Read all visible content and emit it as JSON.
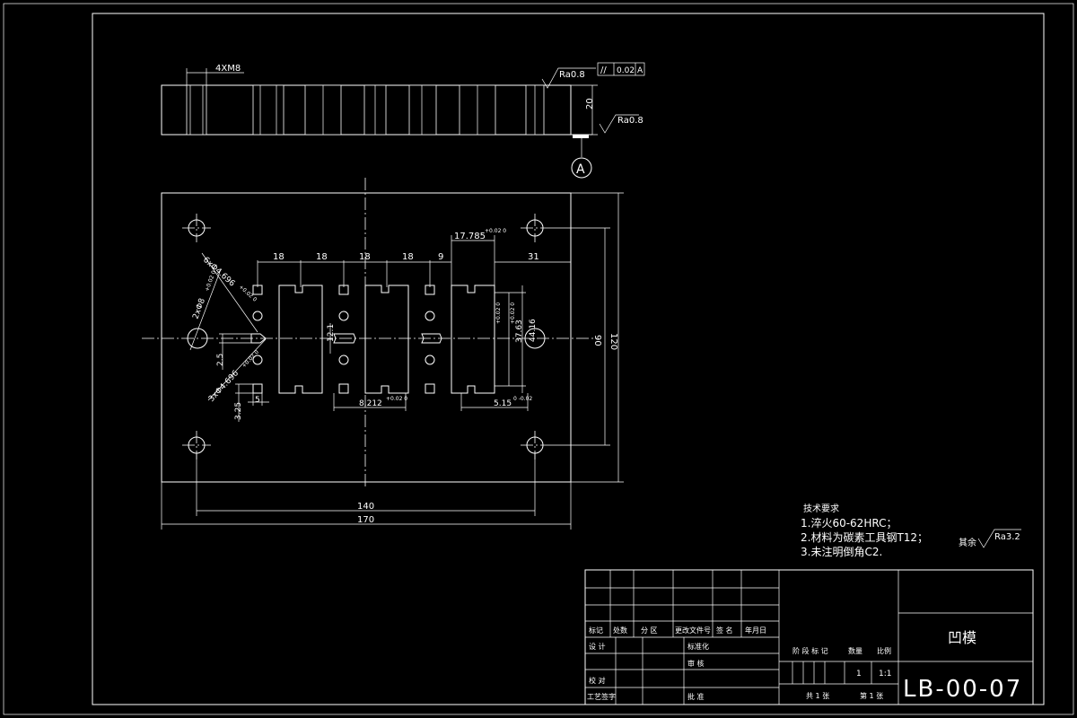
{
  "section_view": {
    "thread_callout": "4XM8",
    "roughness_top": "Ra0.8",
    "flatness_tol": "//",
    "flatness_value": "0.02",
    "flatness_datum": "A",
    "thickness": "20",
    "roughness_bottom": "Ra0.8",
    "datum_label": "A"
  },
  "plan_view": {
    "dims": {
      "d18a": "18",
      "d18b": "18",
      "d18c": "18",
      "d18d": "18",
      "d9": "9",
      "d31": "31",
      "d17785": "17.785",
      "d17785_tol": "+0.02 0",
      "d90": "90",
      "d120": "120",
      "d140": "140",
      "d170": "170",
      "d6x44": "6xΦ4.696",
      "d6x44_tol": "+0.02 0",
      "d2x8": "2xΦ8",
      "d2x8_tol": "+0.02 0",
      "d3x44": "3xΦ4.696",
      "d3x44_tol": "+0.02 0",
      "d25": "2.5",
      "d325": "3.25",
      "d5": "5",
      "d121": "12.1",
      "d8212": "8.212",
      "d8212_tol": "+0.02 0",
      "d3763": "37.63",
      "d3763_tol": "+0.02 0",
      "d4416": "44.16",
      "d4416_tol": "+0.02 0",
      "d515": "5.15",
      "d515_tol": "0 -0.02"
    }
  },
  "tech_requirements": {
    "heading": "技术要求",
    "items": [
      "1.淬火60-62HRC；",
      "2.材料为碳素工具钢T12；",
      "3.未注明倒角C2."
    ]
  },
  "other_roughness": {
    "label": "其余",
    "value": "Ra3.2"
  },
  "title_block": {
    "row_labels": [
      "标记",
      "处数",
      "分 区",
      "更改文件号",
      "签 名",
      "年月日"
    ],
    "design": "设 计",
    "standardize": "标准化",
    "review": "审 核",
    "check": "校 对",
    "process": "工艺签字",
    "approve": "批 准",
    "stage_mark": "阶 段 标 记",
    "weight": "数量",
    "scale": "比例",
    "quantity_value": "1",
    "scale_value": "1:1",
    "sheets_total": "共 1 张",
    "sheet_no": "第 1 张",
    "part_name": "凹模",
    "drawing_no": "LB-00-07"
  }
}
